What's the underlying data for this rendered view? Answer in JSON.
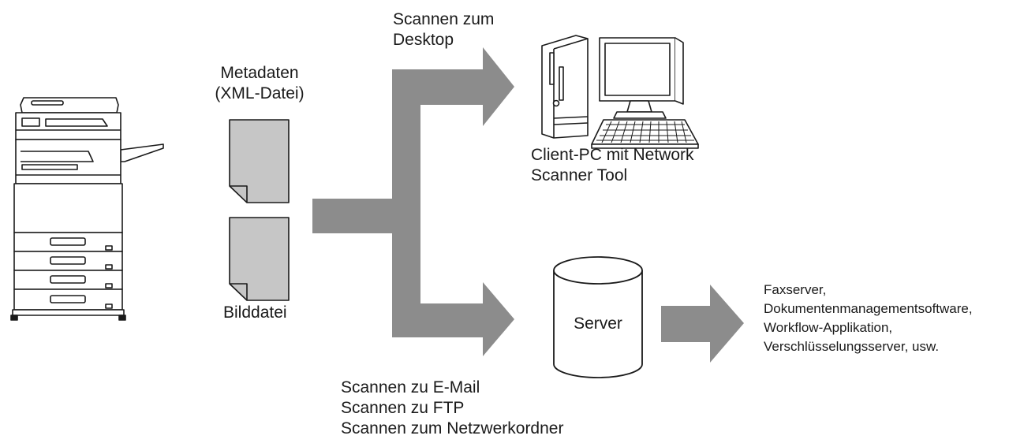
{
  "colors": {
    "arrow": "#8c8c8c",
    "document_fill": "#c6c6c6",
    "outline": "#1a1a1a",
    "background": "#ffffff"
  },
  "icons": {
    "source": "multifunction-printer-icon",
    "documents": "document-page-icon",
    "client": "desktop-computer-icon",
    "server": "database-cylinder-icon"
  },
  "labels": {
    "metadata": [
      "Metadaten",
      "(XML-Datei)"
    ],
    "image_file": "Bilddatei",
    "scan_to_desktop": [
      "Scannen zum",
      "Desktop"
    ],
    "client_pc": [
      "Client-PC mit Network",
      "Scanner Tool"
    ],
    "server": "Server",
    "scan_destinations": [
      "Scannen zu E-Mail",
      "Scannen zu FTP",
      "Scannen zum Netzwerkordner"
    ],
    "server_targets": [
      "Faxserver,",
      "Dokumentenmanagementsoftware,",
      "Workflow-Applikation,",
      "Verschlüsselungsserver, usw."
    ]
  }
}
